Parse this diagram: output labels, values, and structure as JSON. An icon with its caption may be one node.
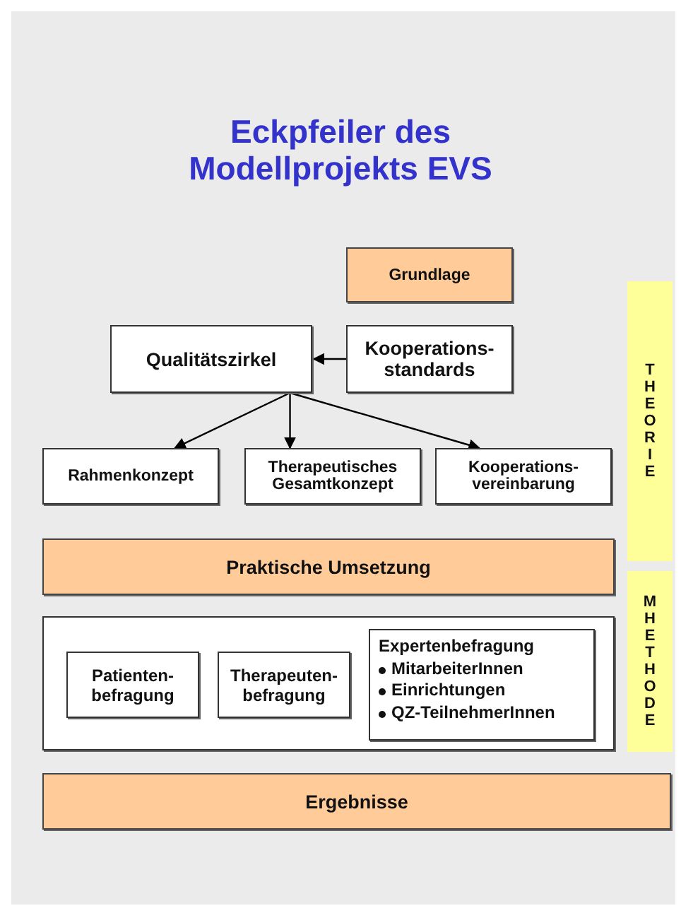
{
  "diagram": {
    "title": "Eckpfeiler des Modellprojekts EVS",
    "nodes": [
      {
        "text": [
          "Grundlage"
        ]
      },
      {
        "text": [
          "Qualitätszirkel"
        ]
      },
      {
        "text": [
          "Kooperations- standards"
        ]
      },
      {
        "text": [
          "Rahmenkonzept"
        ]
      },
      {
        "text": [
          "Therapeutisches Gesamtkonzept"
        ]
      },
      {
        "text": [
          "Kooperations- vereinbarung"
        ]
      },
      {
        "text": [
          "THEORIE"
        ]
      },
      {
        "text": [
          "Praktische Umsetzung"
        ]
      },
      {
        "text": [],
        "shape": "box"
      },
      {
        "text": [
          "Patienten- befragung"
        ],
        "in": 8
      },
      {
        "text": [
          "Therapeuten- befragung"
        ],
        "in": 8
      },
      {
        "text": [
          "Expertenbefragung",
          "MitarbeiterInnen",
          "Einrichtungen",
          "QZ-TeilnehmerInnen"
        ],
        "in": 8
      },
      {
        "text": [
          "MHETHODE"
        ]
      },
      {
        "text": [
          "Ergebnisse"
        ]
      }
    ],
    "edges": [
      {
        "from": 2,
        "to": 1,
        "arrow": "to"
      },
      {
        "from": 1,
        "to": 3,
        "arrow": "to"
      },
      {
        "from": 1,
        "to": 4,
        "arrow": "to"
      },
      {
        "from": 1,
        "to": 5,
        "arrow": "to"
      }
    ]
  }
}
